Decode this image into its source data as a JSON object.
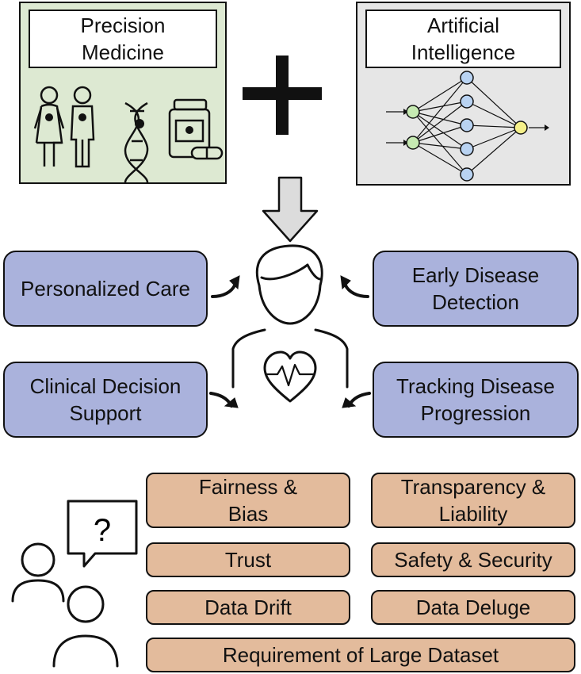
{
  "inputs": {
    "precision_medicine": {
      "line1": "Precision",
      "line2": "Medicine",
      "bg": "#dde9d2"
    },
    "artificial_intelligence": {
      "line1": "Artificial",
      "line2": "Intelligence",
      "bg": "#e6e6e6"
    }
  },
  "benefits": {
    "personalized_care": {
      "line1": "Personalized Care"
    },
    "early_detection": {
      "line1": "Early Disease",
      "line2": "Detection"
    },
    "clinical_decision": {
      "line1": "Clinical Decision",
      "line2": "Support"
    },
    "tracking_progression": {
      "line1": "Tracking Disease",
      "line2": "Progression"
    },
    "color": "#aab2dc"
  },
  "challenges": {
    "color": "#e3bb9c",
    "items": [
      {
        "line1": "Fairness &",
        "line2": "Bias"
      },
      {
        "line1": "Transparency &",
        "line2": "Liability"
      },
      {
        "line1": "Trust"
      },
      {
        "line1": "Safety & Security"
      },
      {
        "line1": "Data Drift"
      },
      {
        "line1": "Data Deluge"
      },
      {
        "line1": "Requirement of Large Dataset"
      }
    ],
    "question_mark": "?"
  }
}
